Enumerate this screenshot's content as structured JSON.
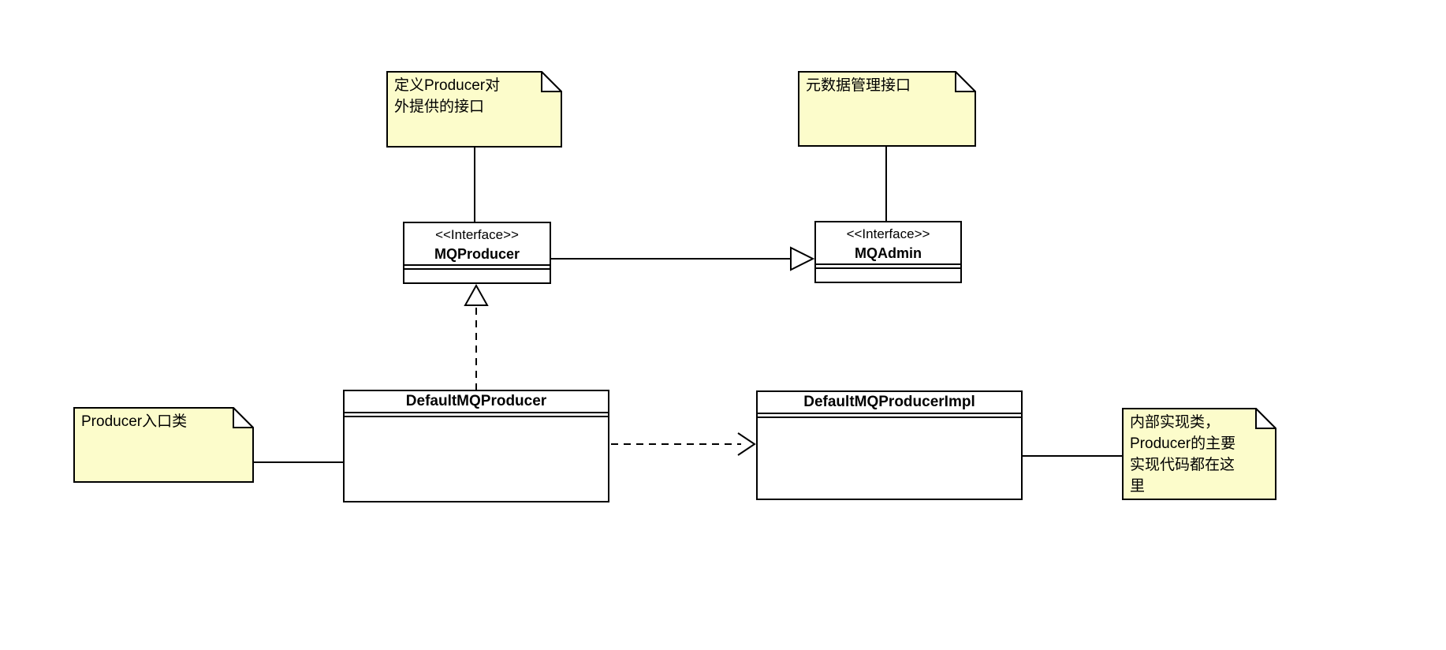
{
  "colors": {
    "note_fill": "#FCFCCB",
    "box_fill": "#FFFFFF",
    "stroke": "#000000"
  },
  "notes": [
    {
      "id": "note-define-producer-interface",
      "text": "定义Producer对\n外提供的接口"
    },
    {
      "id": "note-metadata-interface",
      "text": "元数据管理接口"
    },
    {
      "id": "note-producer-entry",
      "text": "Producer入口类"
    },
    {
      "id": "note-internal-impl",
      "text": "内部实现类，\nProducer的主要\n实现代码都在这\n里"
    }
  ],
  "interfaces": [
    {
      "stereotype": "<<Interface>>",
      "name": "MQProducer"
    },
    {
      "stereotype": "<<Interface>>",
      "name": "MQAdmin"
    }
  ],
  "classes": [
    {
      "name": "DefaultMQProducer"
    },
    {
      "name": "DefaultMQProducerImpl"
    }
  ],
  "relations": [
    {
      "from": "MQProducer",
      "to": "MQAdmin",
      "type": "generalization",
      "line": "solid",
      "arrow": "hollow-triangle"
    },
    {
      "from": "DefaultMQProducer",
      "to": "MQProducer",
      "type": "realization",
      "line": "dashed",
      "arrow": "hollow-triangle"
    },
    {
      "from": "DefaultMQProducer",
      "to": "DefaultMQProducerImpl",
      "type": "dependency",
      "line": "dashed",
      "arrow": "open"
    },
    {
      "from": "note-define-producer-interface",
      "to": "MQProducer",
      "type": "note-anchor",
      "line": "solid",
      "arrow": "none"
    },
    {
      "from": "note-metadata-interface",
      "to": "MQAdmin",
      "type": "note-anchor",
      "line": "solid",
      "arrow": "none"
    },
    {
      "from": "note-producer-entry",
      "to": "DefaultMQProducer",
      "type": "note-anchor",
      "line": "solid",
      "arrow": "none"
    },
    {
      "from": "note-internal-impl",
      "to": "DefaultMQProducerImpl",
      "type": "note-anchor",
      "line": "solid",
      "arrow": "none"
    }
  ]
}
